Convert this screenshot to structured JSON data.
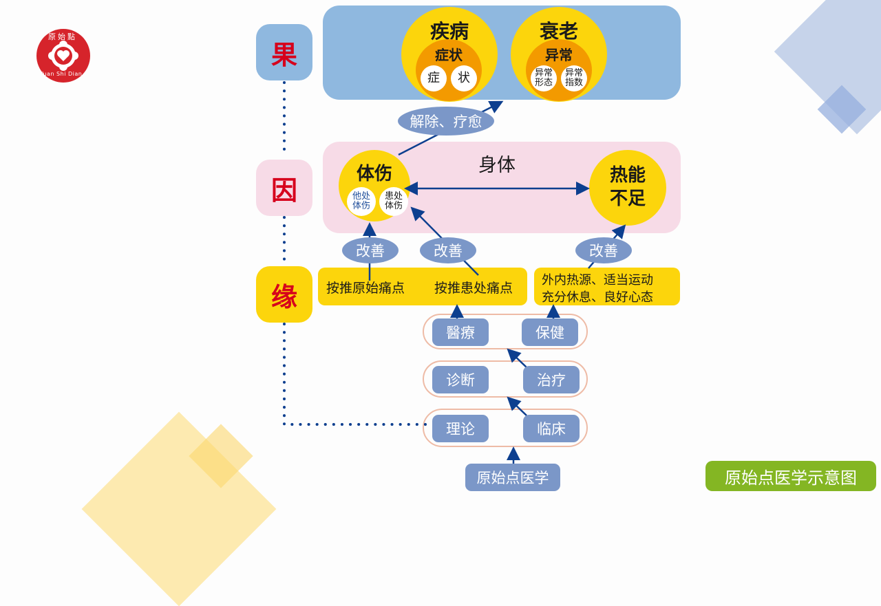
{
  "logo": {
    "chinese": "原始點",
    "pinyin": "Yuan Shi Dian",
    "color": "#d6242b"
  },
  "side_labels": [
    {
      "label": "果",
      "bg": "#8fb8df"
    },
    {
      "label": "因",
      "bg": "#f7dbe7"
    },
    {
      "label": "缘",
      "bg": "#fcd50c"
    }
  ],
  "result_panel": {
    "bg": "#8fb8df",
    "circles": [
      {
        "title": "疾病",
        "inner_title": "症状",
        "minis": [
          "症",
          "状"
        ]
      },
      {
        "title": "衰老",
        "inner_title": "异常",
        "minis": [
          "异常\n形态",
          "异常\n指数"
        ]
      }
    ]
  },
  "arrow_label_top": "解除、疗愈",
  "body_panel": {
    "title": "身体",
    "bg": "#f7dbe7",
    "injury": {
      "title": "体伤",
      "minis": [
        "他处\n体伤",
        "患处\n体伤"
      ]
    },
    "heat": {
      "title": "热能\n不足"
    }
  },
  "improve_labels": [
    "改善",
    "改善",
    "改善"
  ],
  "condition_boxes": {
    "left": [
      "按推原始痛点",
      "按推患处痛点"
    ],
    "right": [
      "外内热源、适当运动",
      "充分休息、良好心态"
    ]
  },
  "stack": {
    "rows": [
      [
        "醫療",
        "保健"
      ],
      [
        "诊断",
        "治疗"
      ],
      [
        "理论",
        "临床"
      ]
    ],
    "base": "原始点医学"
  },
  "footer_badge": {
    "label": "原始点医学示意图",
    "bg": "#84b623"
  },
  "colors": {
    "arrow": "#0d3f8f",
    "yellow": "#fcd50c",
    "orange": "#f39a00",
    "tag_blue": "#7b97c8"
  }
}
